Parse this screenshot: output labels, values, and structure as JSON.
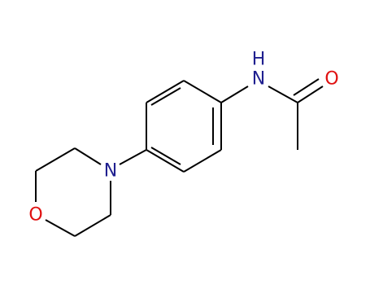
{
  "structure": {
    "atoms": {
      "H": {
        "text": "H",
        "color": "#1f1f8f"
      },
      "N1": {
        "text": "N",
        "color": "#1f1f8f"
      },
      "O1": {
        "text": "O",
        "color": "#e01010"
      },
      "N2": {
        "text": "N",
        "color": "#1f1f8f"
      },
      "O2": {
        "text": "O",
        "color": "#e01010"
      }
    },
    "bond_color": "#000000"
  }
}
